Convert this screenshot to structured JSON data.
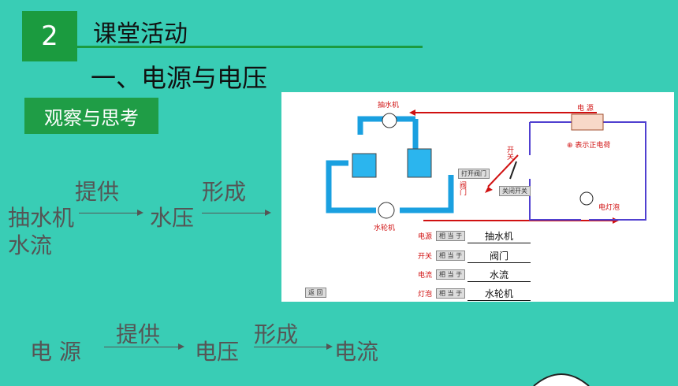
{
  "header": {
    "number": "2",
    "title": "课堂活动"
  },
  "subtitle": "一、电源与电压",
  "badge": "观察与思考",
  "water_flow": {
    "provides": "提供",
    "forms": "形成",
    "pump": "抽水机",
    "pressure": "水压",
    "flow": "水流"
  },
  "electric_flow": {
    "provides": "提供",
    "forms": "形成",
    "source": "电 源",
    "voltage": "电压",
    "current": "电流"
  },
  "diagram": {
    "pump_label": "抽水机",
    "source_label": "电  源",
    "positive_charge": "⊕ 表示正电荷",
    "switch_label": "开关",
    "open_valve": "打开阀门",
    "valve_label": "阀门",
    "close_switch": "关闭开关",
    "bulb_label": "电灯泡",
    "turbine_label": "水轮机",
    "back_button": "返  回",
    "equiv_button": "相 当 于",
    "rows": [
      {
        "term": "电源",
        "answer": "抽水机"
      },
      {
        "term": "开关",
        "answer": "阀门"
      },
      {
        "term": "电流",
        "answer": "水流"
      },
      {
        "term": "灯泡",
        "answer": "水轮机"
      }
    ]
  }
}
